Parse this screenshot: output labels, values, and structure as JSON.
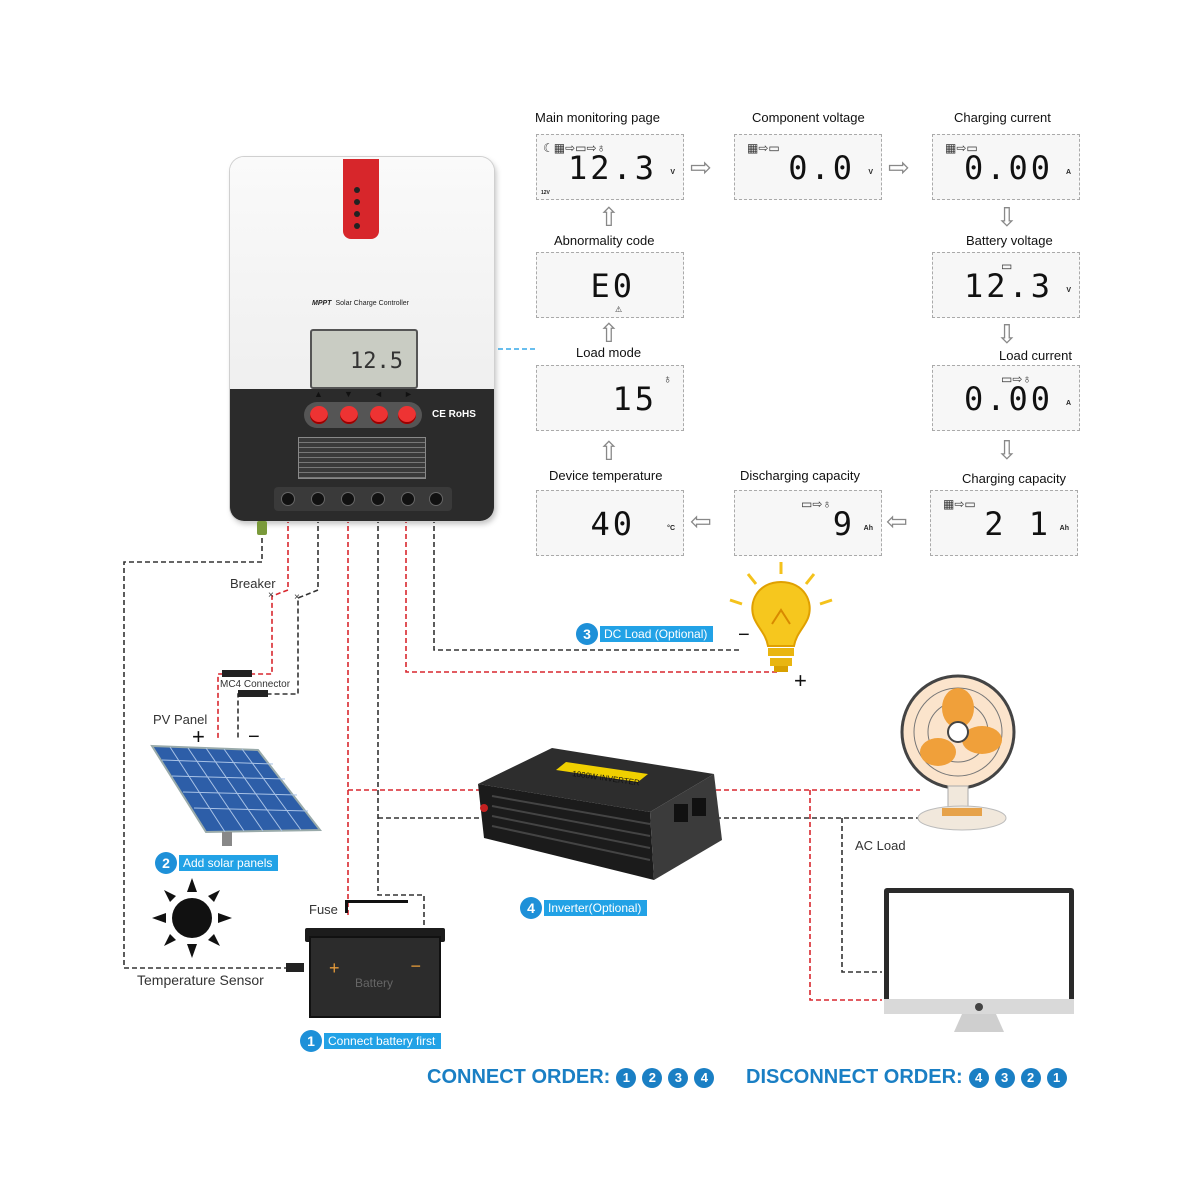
{
  "controller": {
    "brand": "MPPT",
    "subtitle": "Solar Charge Controller",
    "lcd_value": "12.5",
    "cert": "CE RoHS",
    "buttons": [
      "▲",
      "▼",
      "◄",
      "►"
    ]
  },
  "panels": {
    "main": {
      "title": "Main monitoring page",
      "value": "12.3",
      "unit": "V",
      "tag": "12V"
    },
    "component_voltage": {
      "title": "Component voltage",
      "value": "0.0",
      "unit": "V"
    },
    "charging_current": {
      "title": "Charging current",
      "value": "0.00",
      "unit": "A"
    },
    "abnormality": {
      "title": "Abnormality code",
      "value": "E0"
    },
    "battery_voltage": {
      "title": "Battery voltage",
      "value": "12.3",
      "unit": "V"
    },
    "load_mode": {
      "title": "Load mode",
      "value": "15"
    },
    "load_current": {
      "title": "Load current",
      "value": "0.00",
      "unit": "A"
    },
    "device_temp": {
      "title": "Device temperature",
      "value": "40",
      "unit": "°C"
    },
    "discharging": {
      "title": "Discharging capacity",
      "value": "9",
      "unit": "Ah"
    },
    "charging_capacity": {
      "title": "Charging capacity",
      "value": "2 1",
      "unit": "Ah"
    }
  },
  "labels": {
    "breaker": "Breaker",
    "mc4": "MC4 Connector",
    "pv_panel": "PV Panel",
    "fuse": "Fuse",
    "battery": "Battery",
    "temp_sensor": "Temperature Sensor",
    "ac_load": "AC Load",
    "plus": "+",
    "minus": "−",
    "inverter_brand": "1000W INVERTER"
  },
  "steps": [
    {
      "num": "1",
      "text": "Connect battery first"
    },
    {
      "num": "2",
      "text": "Add solar panels"
    },
    {
      "num": "3",
      "text": "DC Load (Optional)"
    },
    {
      "num": "4",
      "text": "Inverter(Optional)"
    }
  ],
  "order": {
    "connect_label": "CONNECT ORDER:",
    "connect": [
      "1",
      "2",
      "3",
      "4"
    ],
    "disconnect_label": "DISCONNECT ORDER:",
    "disconnect": [
      "4",
      "3",
      "2",
      "1"
    ]
  },
  "colors": {
    "accent": "#1a7fc4",
    "step": "#22a2e6",
    "wire_red": "#d9272e",
    "wire_black": "#333333"
  }
}
